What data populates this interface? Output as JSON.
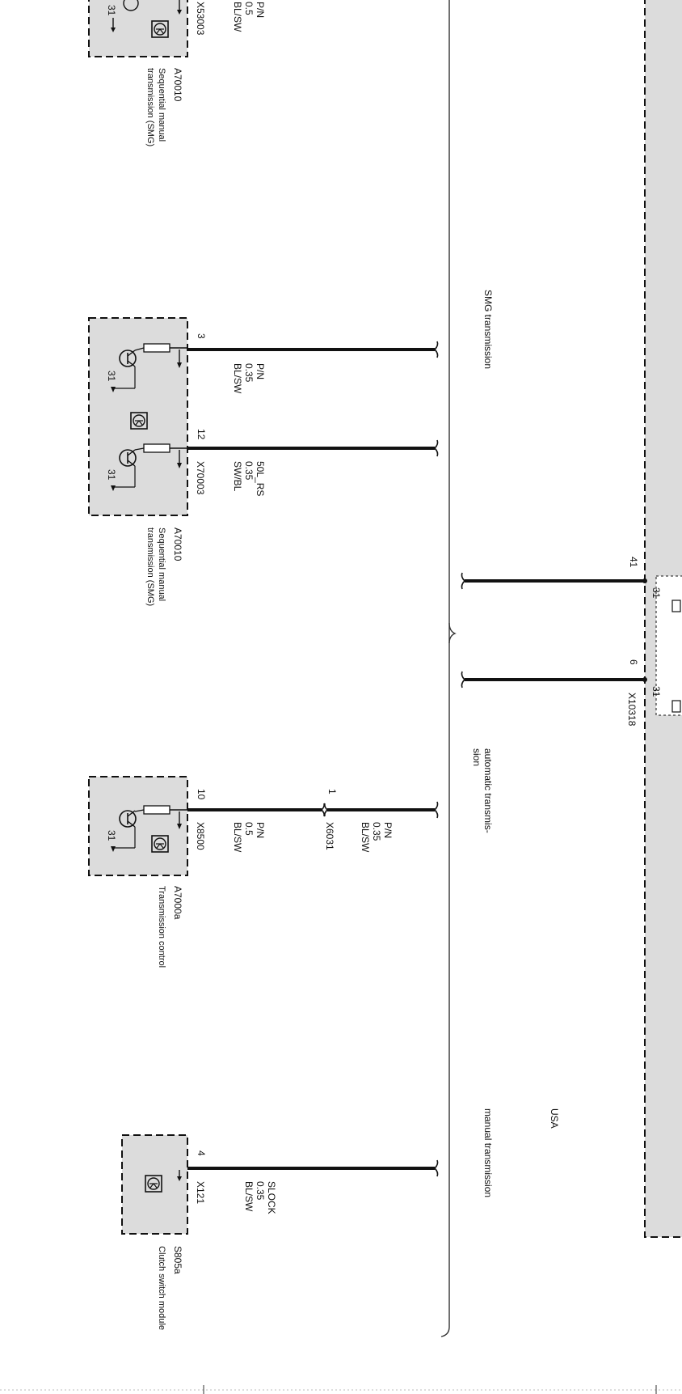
{
  "diagram": {
    "top_module": {
      "wire_labels": [
        "P/N",
        "0.5",
        "BL/SW"
      ],
      "connector": "X53003",
      "pin_31": "31",
      "id": "A70010",
      "name_lines": [
        "Sequential manual",
        "transmission (SMG)"
      ]
    },
    "smg_module": {
      "pin_a": "3",
      "pin_b": "12",
      "wire_a_labels": [
        "P/N",
        "0.35",
        "BL/SW"
      ],
      "wire_b_labels": [
        "50L_RS",
        "0.35",
        "SW/BL"
      ],
      "connector": "X70003",
      "pin_31_a": "31",
      "pin_31_b": "31",
      "id": "A70010",
      "name_lines": [
        "Sequential manual",
        "transmission (SMG)"
      ]
    },
    "trans_control": {
      "pin": "10",
      "connector": "X8500",
      "wire_labels_left": [
        "P/N",
        "0.5",
        "BL/SW"
      ],
      "splice_pin": "1",
      "splice_connector": "X6031",
      "wire_labels_right": [
        "P/N",
        "0.35",
        "BL/SW"
      ],
      "pin_31": "31",
      "id": "A7000a",
      "name": "Transmission control"
    },
    "clutch": {
      "pin": "4",
      "connector": "X121",
      "wire_labels": [
        "SLOCK",
        "0.35",
        "BL/SW"
      ],
      "id": "S805a",
      "name": "Clutch switch module"
    },
    "right_module": {
      "pin_a": "41",
      "pin_b": "6",
      "connector": "X10318",
      "pin_31_a": "31",
      "pin_31_b": "31"
    },
    "variants": {
      "smg": "SMG transmission",
      "auto_line1": "automatic transmis-",
      "auto_line2": "sion",
      "usa": "USA",
      "manual": "manual transmission"
    }
  }
}
